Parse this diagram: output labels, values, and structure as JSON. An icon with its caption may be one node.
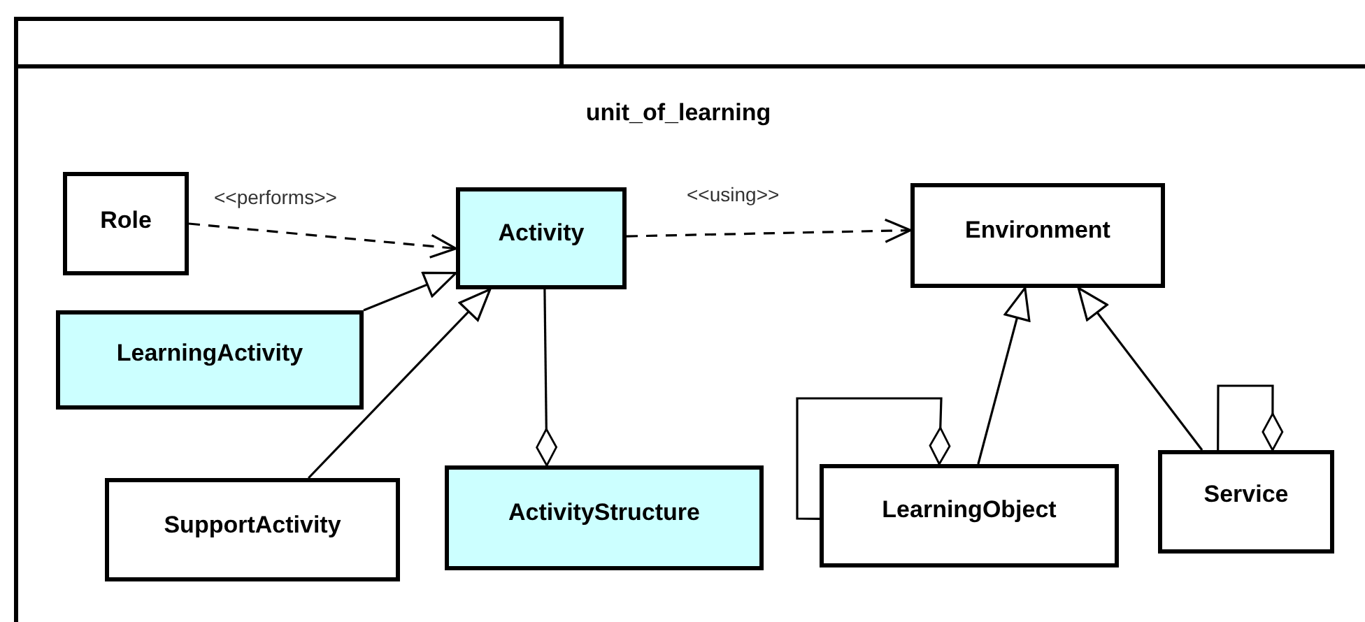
{
  "diagram": {
    "nodes": [
      {
        "text": [
          "unit_of_learning"
        ]
      },
      {
        "text": [
          "Role"
        ],
        "in": 0
      },
      {
        "text": [
          "Activity"
        ],
        "in": 0
      },
      {
        "text": [
          "Environment"
        ],
        "in": 0
      },
      {
        "text": [
          "LearningActivity"
        ],
        "in": 0
      },
      {
        "text": [
          "SupportActivity"
        ],
        "in": 0
      },
      {
        "text": [
          "ActivityStructure"
        ],
        "in": 0
      },
      {
        "text": [
          "LearningObject"
        ],
        "in": 0
      },
      {
        "text": [
          "Service"
        ],
        "in": 0
      }
    ],
    "edges": [
      {
        "from": 1,
        "to": 2,
        "arrow": "to",
        "label": "<<performs>>",
        "style": "dashed"
      },
      {
        "from": 2,
        "to": 3,
        "arrow": "to",
        "label": "<<using>>",
        "style": "dashed"
      },
      {
        "from": 4,
        "to": 2,
        "arrow": "to"
      },
      {
        "from": 5,
        "to": 2,
        "arrow": "to"
      },
      {
        "from": 2,
        "to": 6,
        "arrow": "other"
      },
      {
        "from": 7,
        "to": 3,
        "arrow": "to"
      },
      {
        "from": 8,
        "to": 3,
        "arrow": "to"
      },
      {
        "from": 7,
        "to": 7,
        "arrow": "other"
      },
      {
        "from": 8,
        "to": 8,
        "arrow": "other"
      }
    ]
  }
}
